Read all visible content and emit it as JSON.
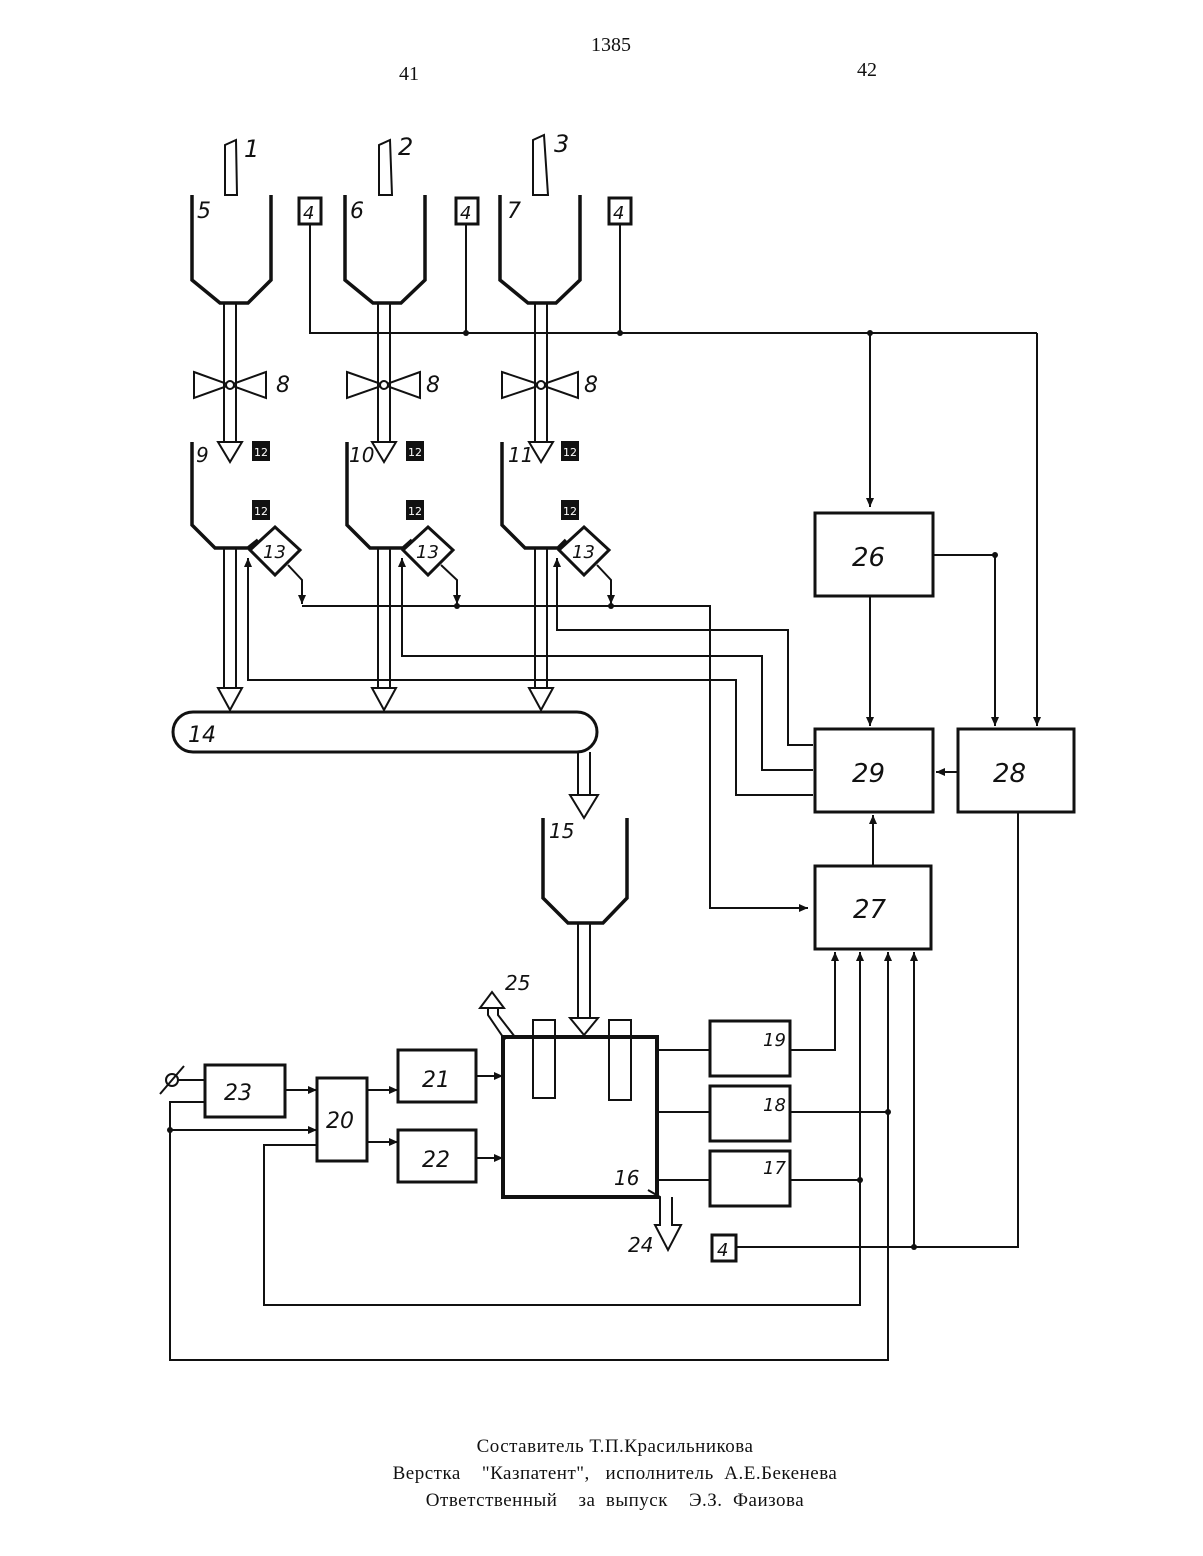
{
  "header": {
    "page_number": "1385",
    "col_left": "41",
    "col_right": "42"
  },
  "diagram": {
    "labels": {
      "pipe1": "1",
      "pipe2": "2",
      "pipe3": "3",
      "sensor4": "4",
      "bunker5": "5",
      "bunker6": "6",
      "bunker7": "7",
      "feeder8": "8",
      "hopper9": "9",
      "hopper10": "10",
      "hopper11": "11",
      "level12": "12",
      "weigher13": "13",
      "conveyor14": "14",
      "bunker15": "15",
      "furnace16": "16",
      "unit17": "17",
      "unit18": "18",
      "unit19": "19",
      "unit20": "20",
      "unit21": "21",
      "unit22": "22",
      "unit23": "23",
      "output24": "24",
      "output25": "25",
      "unit26": "26",
      "unit27": "27",
      "unit28": "28",
      "unit29": "29"
    }
  },
  "credits": {
    "line1": "Составитель  Т.П.Красильникова",
    "line2": "Верстка    \"Казпатент\",   исполнитель  А.Е.Бекенева",
    "line3": "Ответственный    за  выпуск    Э.З.  Фаизова"
  }
}
